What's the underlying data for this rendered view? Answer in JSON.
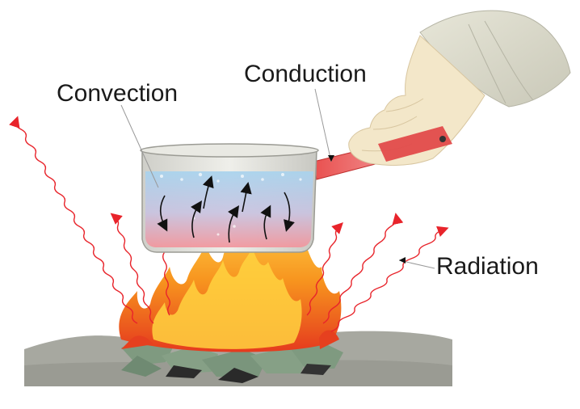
{
  "labels": {
    "convection": "Convection",
    "conduction": "Conduction",
    "radiation": "Radiation"
  },
  "colors": {
    "radiation_wave": "#e8242b",
    "water_top": "#9fcdea",
    "water_bottom": "#f09aa0",
    "handle": "#e85a5a",
    "ground": "#a7a8a0",
    "coals": "#7f9a80",
    "flame_outer": "#f26522",
    "flame_inner": "#ffd23f"
  },
  "icons": {
    "hand": "hand-holding-pot-icon",
    "pot": "saucepan-icon",
    "fire": "campfire-icon"
  }
}
